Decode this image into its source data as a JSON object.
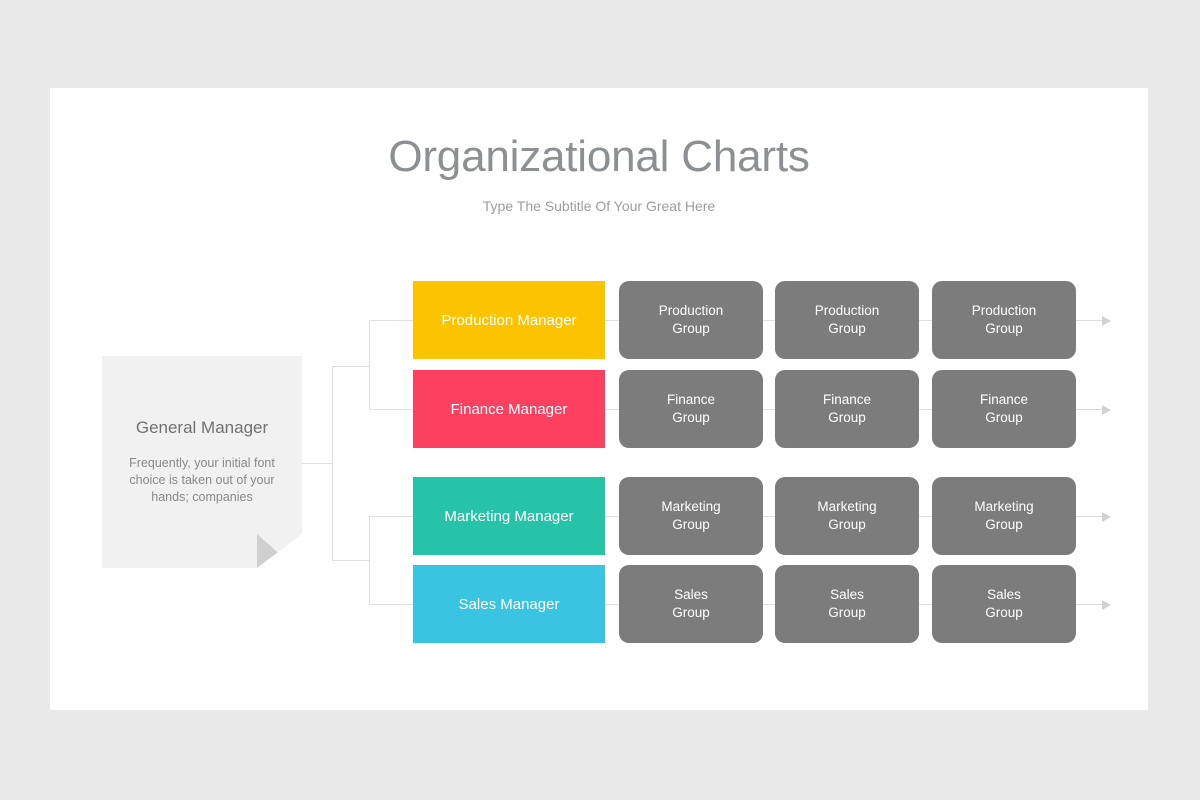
{
  "slide": {
    "title": "Organizational Charts",
    "subtitle": "Type The Subtitle Of Your Great Here",
    "background": "#e9e9ea",
    "surface": "#ffffff"
  },
  "root": {
    "title": "General Manager",
    "description": "Frequently, your initial font choice is taken out of your hands; companies",
    "background": "#f1f1f1",
    "fold_color": "#cfcfcf"
  },
  "branches": [
    {
      "manager": "Production Manager",
      "color": "#fcc300",
      "groups": [
        "Production\nGroup",
        "Production\nGroup",
        "Production\nGroup"
      ]
    },
    {
      "manager": "Finance Manager",
      "color": "#fc4060",
      "groups": [
        "Finance\nGroup",
        "Finance\nGroup",
        "Finance\nGroup"
      ]
    },
    {
      "manager": "Marketing Manager",
      "color": "#26c3a8",
      "groups": [
        "Marketing\nGroup",
        "Marketing\nGroup",
        "Marketing\nGroup"
      ]
    },
    {
      "manager": "Sales Manager",
      "color": "#39c4e2",
      "groups": [
        "Sales\nGroup",
        "Sales\nGroup",
        "Sales\nGroup"
      ]
    }
  ],
  "group_box_color": "#7c7c7c",
  "connector_color": "#e0e0e0",
  "arrow_color": "#d2d2d2"
}
